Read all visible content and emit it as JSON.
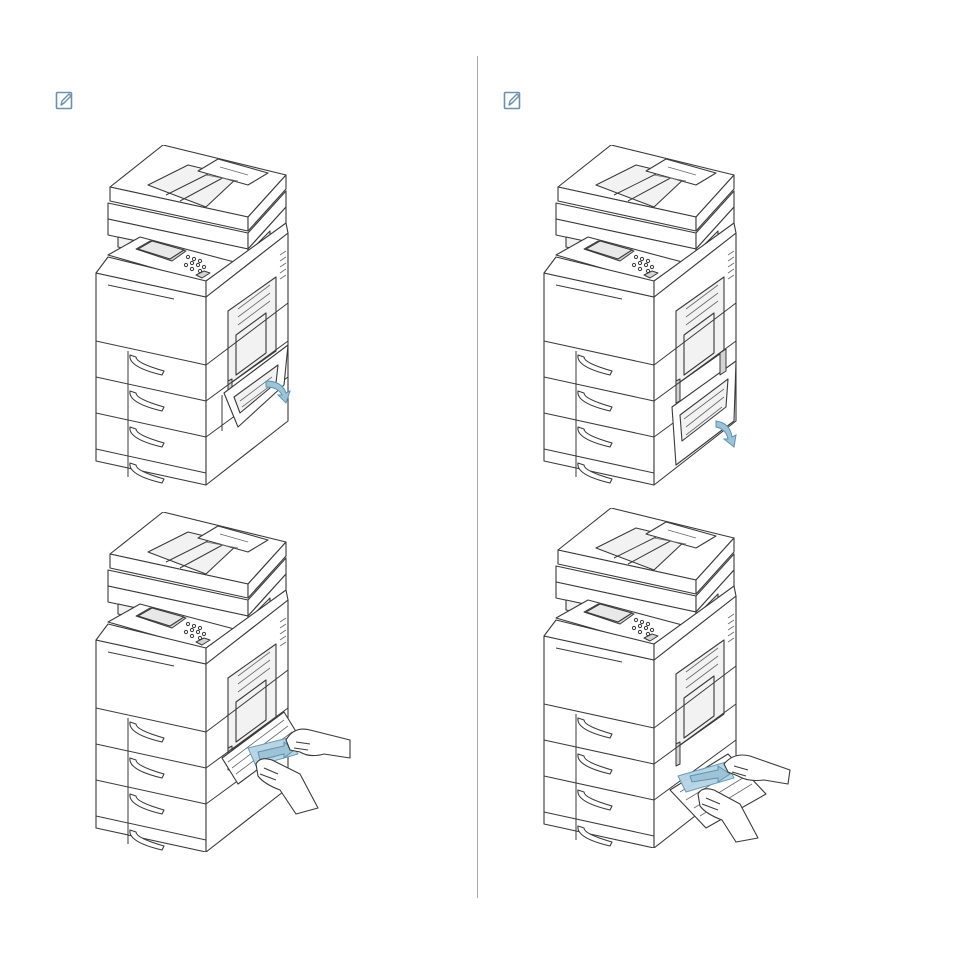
{
  "layout": {
    "columns": [
      {
        "note_icon": "note-pencil-icon",
        "steps": [
          {
            "illustration": "printer-open-lower-side-door",
            "action": "open-door"
          },
          {
            "illustration": "printer-remove-jammed-paper",
            "action": "pull-paper"
          }
        ]
      },
      {
        "note_icon": "note-pencil-icon",
        "steps": [
          {
            "illustration": "printer-open-bottom-side-door",
            "action": "open-door"
          },
          {
            "illustration": "printer-remove-jammed-paper-tray",
            "action": "pull-paper"
          }
        ]
      }
    ]
  },
  "colors": {
    "accent": "#9ec3d6",
    "line": "#3a3a3a",
    "divider": "#a8a8a8",
    "icon": "#6d8fb0"
  }
}
